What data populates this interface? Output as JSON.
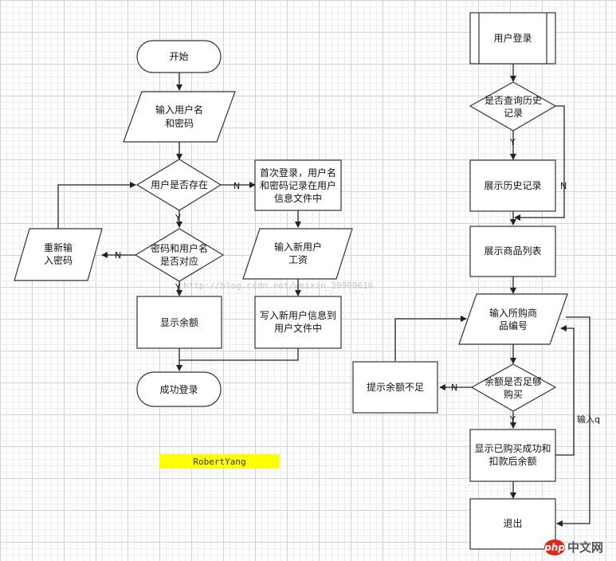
{
  "nodes": {
    "start": "开始",
    "input_user": [
      "输入用户名",
      "和密码"
    ],
    "user_exists": "用户是否存在",
    "first_login": [
      "首次登录，用户名",
      "和密码记录在用户",
      "信息文件中"
    ],
    "reenter_pwd": [
      "重新输",
      "入密码"
    ],
    "pwd_match": [
      "密码和用户名",
      "是否对应"
    ],
    "input_salary": [
      "输入新用户",
      "工资"
    ],
    "show_balance": "显示余额",
    "write_file": [
      "写入新用户信息到",
      "用户文件中"
    ],
    "login_success": "成功登录",
    "user_login": "用户登录",
    "query_history": [
      "是否查询历史",
      "记录"
    ],
    "show_history": "展示历史记录",
    "show_products": "展示商品列表",
    "input_product": [
      "输入所购商",
      "品编号"
    ],
    "balance_enough": [
      "余额是否足够",
      "购买"
    ],
    "insufficient": "提示余额不足",
    "purchased": [
      "显示已购买成功和",
      "扣款后余额"
    ],
    "exit": "退出"
  },
  "edge_labels": {
    "yes": "Y",
    "no": "N",
    "input_q": "输入q"
  },
  "watermark": "http://blog.csdn.net/weixin_39999616",
  "credit": "RobertYang",
  "logo": {
    "bubble": "php",
    "text": "中文网"
  }
}
